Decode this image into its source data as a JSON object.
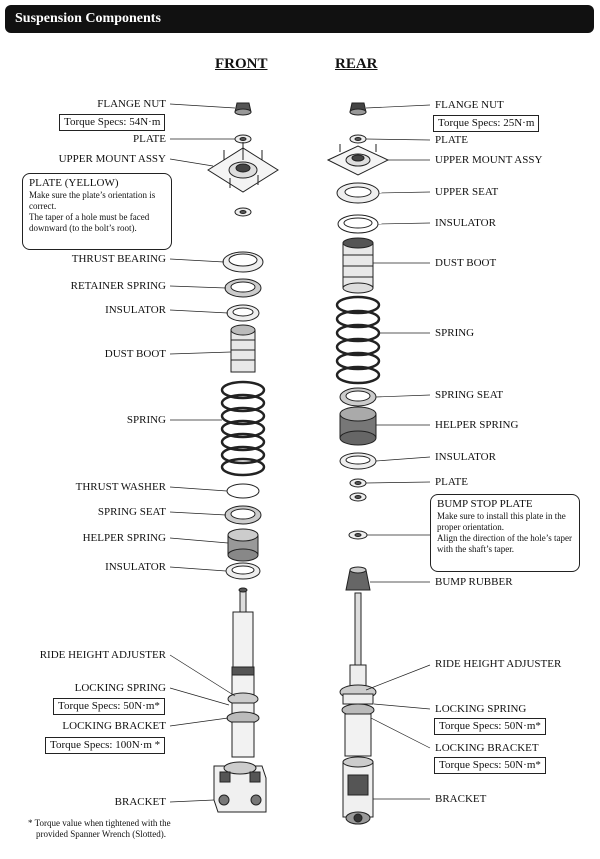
{
  "header": {
    "title": "Suspension Components"
  },
  "front": {
    "title": "FRONT",
    "labels": {
      "flange_nut": "FLANGE NUT",
      "torque_nut": "Torque Specs: 54N·m",
      "plate": "PLATE",
      "upper_mount": "UPPER MOUNT ASSY",
      "thrust_bearing": "THRUST BEARING",
      "retainer_spring": "RETAINER SPRING",
      "insulator": "INSULATOR",
      "dust_boot": "DUST BOOT",
      "spring": "SPRING",
      "thrust_washer": "THRUST WASHER",
      "spring_seat": "SPRING SEAT",
      "helper_spring": "HELPER SPRING",
      "insulator2": "INSULATOR",
      "ride_height": "RIDE HEIGHT ADJUSTER",
      "locking_spring": "LOCKING SPRING",
      "torque_locking_spring": "Torque Specs: 50N·m*",
      "locking_bracket": "LOCKING BRACKET",
      "torque_locking_bracket": "Torque Specs: 100N·m *",
      "bracket": "BRACKET"
    },
    "note": {
      "title": "PLATE (YELLOW)",
      "lines": [
        "Make sure the plate’s orientation is",
        "correct.",
        "The taper of a hole must be faced",
        "downward (to the bolt’s root)."
      ]
    }
  },
  "rear": {
    "title": "REAR",
    "labels": {
      "flange_nut": "FLANGE NUT",
      "torque_nut": "Torque Specs: 25N·m",
      "plate": "PLATE",
      "upper_mount": "UPPER MOUNT ASSY",
      "upper_seat": "UPPER  SEAT",
      "insulator": "INSULATOR",
      "dust_boot": "DUST BOOT",
      "spring": "SPRING",
      "spring_seat": "SPRING SEAT",
      "helper_spring": "HELPER SPRING",
      "insulator2": "INSULATOR",
      "plate2": "PLATE",
      "bump_rubber": "BUMP RUBBER",
      "ride_height": "RIDE HEIGHT ADJUSTER",
      "locking_spring": "LOCKING SPRING",
      "torque_locking_spring": "Torque Specs: 50N·m*",
      "locking_bracket": "LOCKING BRACKET",
      "torque_locking_bracket": "Torque Specs: 50N·m*",
      "bracket": "BRACKET"
    },
    "note": {
      "title": "BUMP STOP PLATE",
      "lines": [
        "Make sure to install this plate in the",
        "proper orientation.",
        "Align the direction of the hole’s taper",
        "with the shaft’s taper."
      ]
    }
  },
  "footnote": [
    "* Torque value when tightened with the",
    "provided Spanner Wrench (Slotted)."
  ]
}
